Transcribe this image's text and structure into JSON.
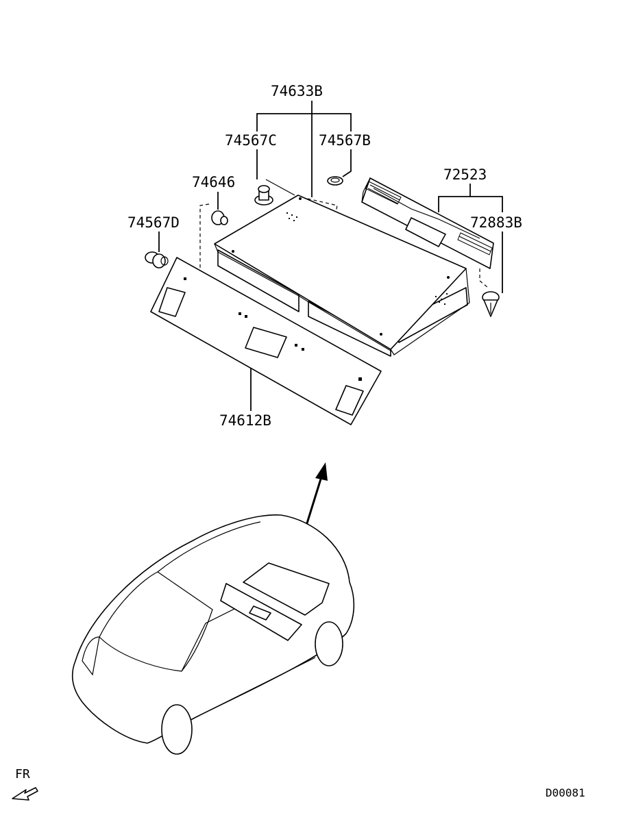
{
  "labels": {
    "top_assembly": "74633B",
    "clip_left": "74567C",
    "clip_right": "74567B",
    "fastener_left": "74646",
    "clip_far_left": "74567D",
    "board_assembly": "72523",
    "clip_board_right": "72883B",
    "lower_panel": "74612B"
  },
  "orientation": {
    "label": "FR"
  },
  "diagram_code": "D00081"
}
